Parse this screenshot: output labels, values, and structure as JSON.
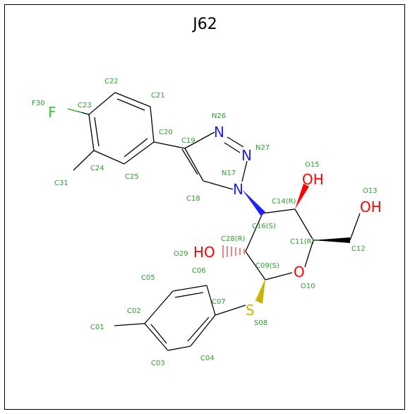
{
  "title": "J62",
  "colors": {
    "carbon_label": "#2ca02c",
    "bond": "#000000",
    "nitrogen": "#1f1fff",
    "oxygen": "#ff0000",
    "fluorine": "#33cc33",
    "sulfur": "#c8b400"
  },
  "atoms": {
    "F": "F",
    "N": "N",
    "N_b": "N",
    "N_c": "N",
    "OH_a": "OH",
    "OH_b": "OH",
    "HO": "HO",
    "O": "O",
    "S": "S"
  },
  "labels": {
    "F30": "F30",
    "C23": "C23",
    "C22": "C22",
    "C21": "C21",
    "C20": "C20",
    "C19": "C19",
    "N26": "N26",
    "N27": "N27",
    "N17": "N17",
    "C24": "C24",
    "C25": "C25",
    "C31": "C31",
    "C18": "C18",
    "O15": "O15",
    "O13": "O13",
    "C14R": "C14(R)",
    "C16S": "C16(S)",
    "C11R": "C11(R)",
    "C12": "C12",
    "C28R": "C28(R)",
    "O29": "O29",
    "C09S": "C09(S)",
    "O10": "O10",
    "C06": "C06",
    "C05": "C05",
    "C07": "C07",
    "C02": "C02",
    "C01": "C01",
    "S08": "S08",
    "C03": "C03",
    "C04": "C04"
  }
}
